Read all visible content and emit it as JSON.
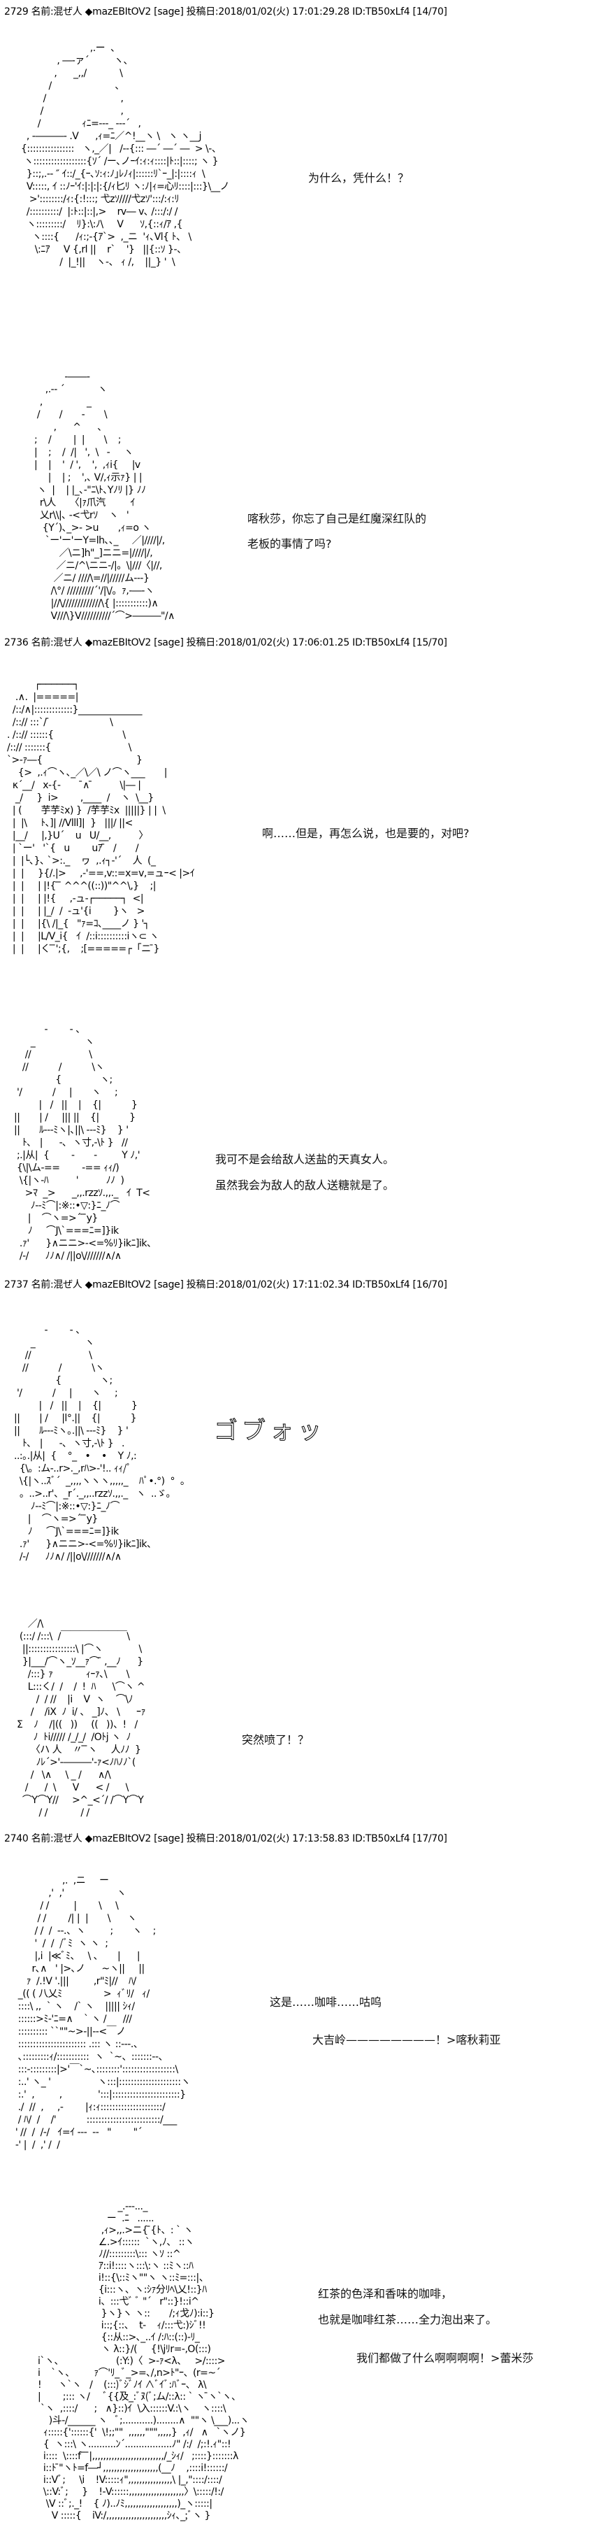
{
  "posts": [
    {
      "header": "2729 名前:混ぜ人 ◆mazEBItOV2 [sage] 投稿日:2018/01/02(火) 17:01:29.28 ID:TB50xLf4 [14/70]",
      "dialogue": [
        "为什么，凭什么！？",
        "喀秋莎，你忘了自己是红魔深红队的",
        "老板的事情了吗?"
      ]
    },
    {
      "header": "2736 名前:混ぜ人 ◆mazEBItOV2 [sage] 投稿日:2018/01/02(火) 17:06:01.25 ID:TB50xLf4 [15/70]",
      "dialogue": [
        "啊……但是，再怎么说，也是要的，对吧?",
        "我可不是会给敌人送盐的天真女人。",
        "虽然我会为敌人的敌人送糖就是了。"
      ]
    },
    {
      "header": "2737 名前:混ぜ人 ◆mazEBItOV2 [sage] 投稿日:2018/01/02(火) 17:11:02.34 ID:TB50xLf4 [16/70]",
      "sfx": "ゴブォッ",
      "dialogue": [
        "突然喷了！？"
      ]
    },
    {
      "header": "2740 名前:混ぜ人 ◆mazEBItOV2 [sage] 投稿日:2018/01/02(火) 17:13:58.83 ID:TB50xLf4 [17/70]",
      "dialogue": [
        "这是……咖啡……咕呜",
        "大吉岭————————！>喀秋莉亚",
        "红茶的色泽和香味的咖啡，",
        "也就是咖啡红茶……全力泡出来了。",
        "我们都做了什么啊啊啊啊！>蕾米莎"
      ]
    }
  ],
  "art": [
    [
      "                         ,.ー  、",
      "             , ―‐ァ´         ヽ、",
      "            ,      _,,/            \\",
      "          /                       ､",
      "        /                           ,",
      "       /                            ,",
      "      /               ｨﾆ=--‐_ --‐´   ,",
      "  , -―――- .V      ,ｨ=ﾆ／^!__ヽ \\   ヽ ヽ__j",
      "{::::::::::::::::   ヽ,_／|   /‐-{::: ―´ ―´ ―  > \\-、",
      " ヽ::::::::::::::::::{ｿ´ /ー､ノｰｲ:ｨ:ｨ::::|ﾄ::|::::; ヽ }",
      "  }::;,.-‐ ″ ｲ::/_{ｰ､ｿ:ｨ:ﾉ｣ﾚﾉｨ|::::::ﾘ`ｰ_|:|::::ｨ  \\",
      "  V:::::, ｲ ::ﾉｰ'ｲ:|:|:|:{/ｨ匕ﾘ ヽ:ﾉ|ｨ=心ﾘ::::|:::}\\__ノ",
      "   >'::::::::/ｨ:{:!:::; 弋zｿ////弋zｿ':::/:ｨ:ﾘ",
      "  /::::::::::/  |:ﾄ::|::|,>    rv― v､ /:::/:/ /",
      "  ヽ:::::::::/    ﾘ}:\\:ﾉ\\     V      ｿ,{::ｨ/ｱ ,{",
      "    ヽ::::{      /ｨ:;‐{ｱ`>  ,_ニ  'ｨ､Vl{ ﾄ、 \\",
      "     \\:ﾆｱ     V {,rl ||    r`    '}   ||{::ｿ }-、",
      "              /  |_!||    ヽ-、 ｨ /,    ||_} '  \\"
    ],
    [
      "            -――-",
      "     ,.-‐ ´            ヽ",
      "   ,                _",
      "  /       /       -       \\",
      "        ,      ^      、",
      " ;    /        |  |       \\    ;",
      " |    ;    /  /|   ',  \\   -     ヽ",
      " |    |    '  / ',    ',  ,ｨi{     |v",
      "      |    | ;    ',､ V/,ｨ示ｧ} | |",
      "  ヽ  |    | |_､-\"ﾆ\\ﾄ､Yﾉﾘ |} ﾉﾉ",
      "   r\\人     〈|ｧ爪汽         ｲ",
      "   乂r\\\\|､ -<弋rｿ    ヽ   '",
      "    {Y´)､_>- >u       ,ｨ=o ヽ",
      "     `ー'ー'ーY=lh､､_     ／|////|/,",
      "          ／\\ニ]h\"_]ニニ=|////|/,",
      "         ／ニ/^\\ニニ-/|。\\|///〈|//,",
      "        ／ニ/ ////\\=//|/////ム---}",
      "       /\\°/ /////////´'/|\\/。ｧ,-―-ヽ",
      "       |//\\/////////////\\{ |:::::::::::)∧",
      "       V///\\}V//////////´⌒>―――\"/∧"
    ],
    [
      "          ┌──────┐",
      "   .∧.  |=====|",
      "  /::/∧|:::::::::::::}______________",
      "  /::// :::`/ ̄                      \\",
      ". /::// ::::::{                         \\",
      "/::// :::::::{                            \\",
      "`>-ｧ―{                                  }",
      "    {>  ,.ｨ⌒ヽ､_／\\／\\ ノ⌒ヽ___       |",
      "  κ´__/   x‐{‐        ̄∧ ̄          \\|― |",
      "   _/     }  i>        ,____  /    ヽ  \\__}",
      "  | (       芋芋ﾐx) }  /芋芋ﾐx  |||||} | |  \\",
      "  |  |\\     ﾄ､]| //Vlll]|  }   |||/ ||<",
      "  |__/     |,}U´    u   U/__,          〉",
      "  | `ー'   '`{   u        uｱ ̄   /       /",
      "  |  |└､}､ `>:._    ヮ  ,.ｨ┐-'´    人  (_",
      "  |  |     }{/.|>     ,-'==,v::=x=v,=ュｰ< |>ｲ",
      "  |  |     | |!{ ̄ ̄ ^^^((::))\"^^\\,}    ;|",
      "  |  |     | |!{     ,-ュ-┌─────┐  <|",
      "  |  |     | |_/  /  -ュ'{i        }ヽ   >",
      "  |  |     |{\\ /|_{   \"ｧ=ｺ､____ノ } '┐",
      "  |  |     |L/V_i{   ｲ  /::i::::::::::iヽ⊂ ヽ",
      "  |  |     |く ̄ ̄';{,    ;[=====┌「ニ ̄}"
    ],
    [
      "           -        - 、",
      "      _                  ヽ",
      "    //                     \\",
      "   //           /           \\ヽ",
      "               {              ヽ;",
      " '/           /     |       ヽ     ;",
      "         |   /   ||    |    {|           }",
      "||       | /     ||| ||    {|           }",
      "||       ﾙ---ﾐヽ|､||\\ ---ﾐ}    } '",
      "   ﾄ､   |      -､  ヽ寸,-\\ﾄ }   //",
      " ;.|从|  {        -       -         Y ﾉ,'",
      " {\\|\\ム-==        -== ｨｨ/)",
      "  \\{|ヽ-ﾊ          '          ﾉﾉ  )",
      "    >ﾏ  _>      _,,.rzzｿ.,,._   ｲ  T<",
      "      ﾉ--ﾐ⌒|:※::•▽:}ﾆ_ﾉ⌒",
      "     |    ⌒ヽ=>´ ̄ ̄y}",
      "     ﾉ     ⌒J\\`===ﾆ=]}ik",
      "  .ｧ'      }∧ニニ>-<=%ﾘ}ikﾆ]ik、",
      "  /-/      ﾉﾉ∧/ /||o\\///////∧/∧"
    ],
    [
      "           -        - 、",
      "      _                  ヽ",
      "    //                     \\",
      "   //           /           \\ヽ",
      "               {              ヽ;",
      " '/           /     |       ヽ     ;",
      "         |   /   ||    |    {|           }",
      "||       | /     |l°.||    {|           }",
      "||       ﾙ---ﾐヽ｡.||\\ ---ﾐ}    } '",
      "   ﾄ､   |      -､  ヽ寸,-\\ﾄ }   .",
      "..:｡.|从|  {    °_   •    •    Y ﾉ,:",
      "  {\\。:ム-..r>._,rﾊ>-'!.. ｨｨ/ﾟ",
      "  \\{|ヽ..ｽﾞ´  _,,,,ヽヽヽ,,,,,_    ﾊﾟ•.°)  °  。",
      "  。..>..r'、_r´._,,..rzzｿ.,,._   ヽ  ..ゞ。",
      "      ﾉ--ﾐ⌒|:※::•▽:}ﾆ_ﾉ⌒",
      "     |    ⌒ヽ=>´ ̄ ̄y}",
      "     ﾉ     ⌒J\\`===ﾆ=]}ik",
      "  .ｧ'      }∧ニニ>-<=%ﾘ}ikﾆ]ik、",
      "  /-/      ﾉﾉ∧/ /||o\\///////∧/∧"
    ],
    [
      "     ／/\\",
      "  (:::/ /:::\\  /￣￣￣￣￣￣￣\\",
      "   ||::::::::::::::::\\ |⌒ヽ             \\",
      "   }|___/⌒ヽ_ｿ__ｧ⌒ ̄ ,__ﾉ      }",
      "     /:::} ｧ            ｨｰｧ､\\       \\",
      "     L:::く/  /    /  !  ﾊ      \\⌒ヽ ^",
      "        /  / //    |i    V  ヽ    ⌒\\ﾉ",
      "      /    /iX  ﾉ  i/ 、 _]ﾉ、 \\      ｰｧ",
      " Σ    ﾉ    /|((   ))     ((   ))、!   /",
      "       ﾉ  ﾄi///// /_/_/  /Oﾄj ヽ  ﾉ",
      "      〈ハ 人    〃 ̄ ̄ヽ     人ﾉﾉ  }",
      "        ﾉﾚ´>'-―――'-ｧ<ﾉﾊﾉﾉ`(",
      "      /   \\∧     \\ _ /      ∧/\\",
      "    /      /  \\      V      < /      \\",
      "   ⌒Y⌒Y//     >^_<´/ /⌒Y⌒Y",
      "         / /            / /"
    ],
    [
      "                    ,.  ,ニ     ー",
      "               ,'  ,'                   ヽ",
      "            / /         |        \\     \\",
      "           / /        /| |  |       \\      ヽ",
      "          / /  /  --.、ヽ         ;       ヽ    ;",
      "          '  /  /  /ﾞﾐ  ヽ ヽ  ;",
      "          |,i  |≪ﾞﾐ、   \\ ､       |      |",
      "         r､∧   ' |>､ノ      ~ヽ||     ||",
      "       ｧ  /.!V '.|||         ,r\"ﾐ|//    ﾊ/",
      "    _(( ( 八乂ﾐ               >  ｨﾞﾘ/   ｨ/",
      "    ::::\\ ,,  ` ヽ    /` ヽ    ||||| ｼｨ/",
      "    ::::::>ﾐ-'ﾆ=∧    ` ヽ /      ///",
      "    :::::::::: ``\"\"~>‐||-‐<￣ノ",
      "    ::::::::::::::::::::::: .::: ヽ ::---.、",
      "    ､:::::::::ｨ/:::::::::::  ヽ  `~、:::::::--、",
      "    :::‐:::::::::|>'￣`~､::::::::'::::::::::::::::::\\",
      "    :..' ヽ_ '                 ヽ:::|:::::::::::::::::::::ヽ",
      "    :.'  ,         ,             ':::|:::::::::::::::::::::::}",
      "    ./  //  ,     ,-        |ｨ:ｨ:::::::::::::::::::::/",
      "    / ﾊ/  /    /'           :::::::::::::::::::::::::/___",
      "   ' //  /  /-/   ｲ=ｲ ---  --   \"        \"´",
      "   -' |  /  ,' /  /"
    ],
    [
      "                              _.-‐-..._",
      "                          ー  .ﾆ   ......",
      "                        ,ｨ>,,.>ニ{ ̄{ﾄ、: ` ヽ",
      "                       ∠.>ｲ::::::  `ヽ,ﾉ、 ::ヽ",
      "                       ﾉ//:::::::::\\::: ヽｿ ::^",
      "                       ｱ::i!::::ヽ:::\\:ヽ ::ﾐヽ::ﾊ",
      "                       i!::{\\::ﾐヽ\"\"ヽ ヽ::ﾐ=:::|、",
      "                       {i:::ヽ、ヽ:ｼｧ分ﾘﾍ\\乂!::}ﾊ",
      "                       i、:::弋ﾞ ﾞ \"´   r\"::}!::i^",
      "                        }ヽ}ヽ ヽ::       /;ｨ戈ﾉ):i::}",
      "                        i::;{::、  t-    ｨ/:::弋:)ｼﾞ!!",
      "                        {::从::>､_..ｲ /:ﾊ::(::)-ﾘ_",
      "                        ヽ λ::}/(     {!\\jﾘr=-,O(:::)",
      " i`ヽ、                   (:Y:)〈  >-ｧ<λ、   >/::::>",
      " i    `ヽ、       ｧ⌒'ﾘ_ ﾞ_>=､/,n>ﾄ\"ｰ、(r=~´",
      " !      ヽ`ヽ   /    (:::)ﾞｼﾞﾉｲ ∧ﾞｲﾞ:ﾊﾞｰ、 λ\\",
      " |        ;::: ヽ/     ﾞ{{及_:ﾞﾇ(ﾞ;ム/::λ:: ` ヽ ̄ヽ`ヽ、",
      "  `ヽ  ,::::/      ;   ∧}::)ｲ  \\入::::::V.:\\ヽ    ヽ::::\\",
      "     )斗-/______ ヽ   ﾞ;...........)........∧  \"\"ヽ \\___)...ヽ",
      "   ｨ:::::{'::::::{'  \\!;;\"\"  ,,,,,,\"\"\",,,,,}  ,ｨ/   ∧   `ヽノ}",
      "   {  ヽ:::\\ ヽ..........ﾝ´.................ﾉ\" /:/  /;:!.ｨ\"::!",
      "   i::::  \\::::f ̄ ̄ ̄|,,,,,,,,,,,,,,,,,,,,,,,,,,/_ｼｨ/   ;::::}:::::::λ",
      "   i::ﾄ ̄\"ヽﾄ=f―┘,,,,,,,,,,,,,,,,,,,,(__ﾉ    ,::::i!::::::/",
      "   i::Vﾞ;     \\i    !V:::::ｨ\",,,,,,,,,,,,,,,,\\ |_,\"::::/::::/",
      "   \\::V:ﾞ;     }    !-V::::::,,,,,,,,,,,,,,,,,,,,〉\\:::::/!:/",
      "    \\V ::ﾞ;._!    { ﾉ)..ﾉﾐ,,,,,,,,,,,,,,,,,,,)_ヽ:::::|",
      "      V :::::{    iV:/,,,,,,,,,,,,,,,,,,,,,,ｼｨ､_;ﾞヽ }"
    ]
  ]
}
